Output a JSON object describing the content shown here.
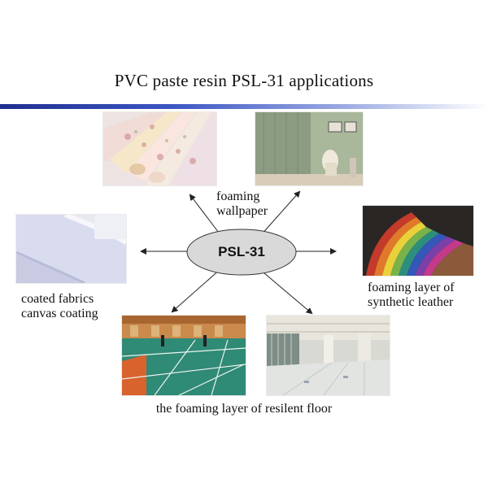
{
  "title": "PVC paste resin PSL-31 applications",
  "center": {
    "label": "PSL-31"
  },
  "captions": {
    "wallpaper_line1": "foaming",
    "wallpaper_line2": "wallpaper",
    "coated_line1": "coated fabrics",
    "coated_line2": "canvas coating",
    "leather_line1": "foaming layer of",
    "leather_line2": "synthetic leather",
    "floor": "the foaming layer of resilent floor"
  },
  "colors": {
    "title_bar": "#2b3fae",
    "ellipse_fill": "#d9d9d9",
    "arrow": "#222222"
  }
}
